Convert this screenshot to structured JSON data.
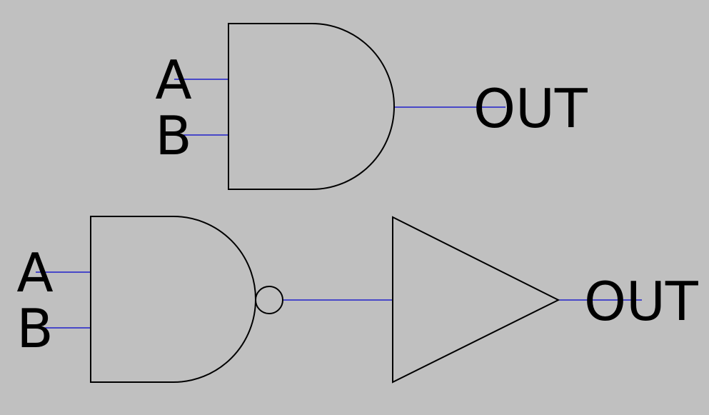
{
  "colors": {
    "background": "#c0c0c0",
    "wire": "#0000cc",
    "outline": "#000000"
  },
  "circuits": [
    {
      "gate": "and",
      "inputs": [
        "A",
        "B"
      ],
      "output": "OUT"
    },
    {
      "gate": "nand",
      "inputs": [
        "A",
        "B"
      ],
      "buffer": "buffer",
      "output": "OUT"
    }
  ]
}
